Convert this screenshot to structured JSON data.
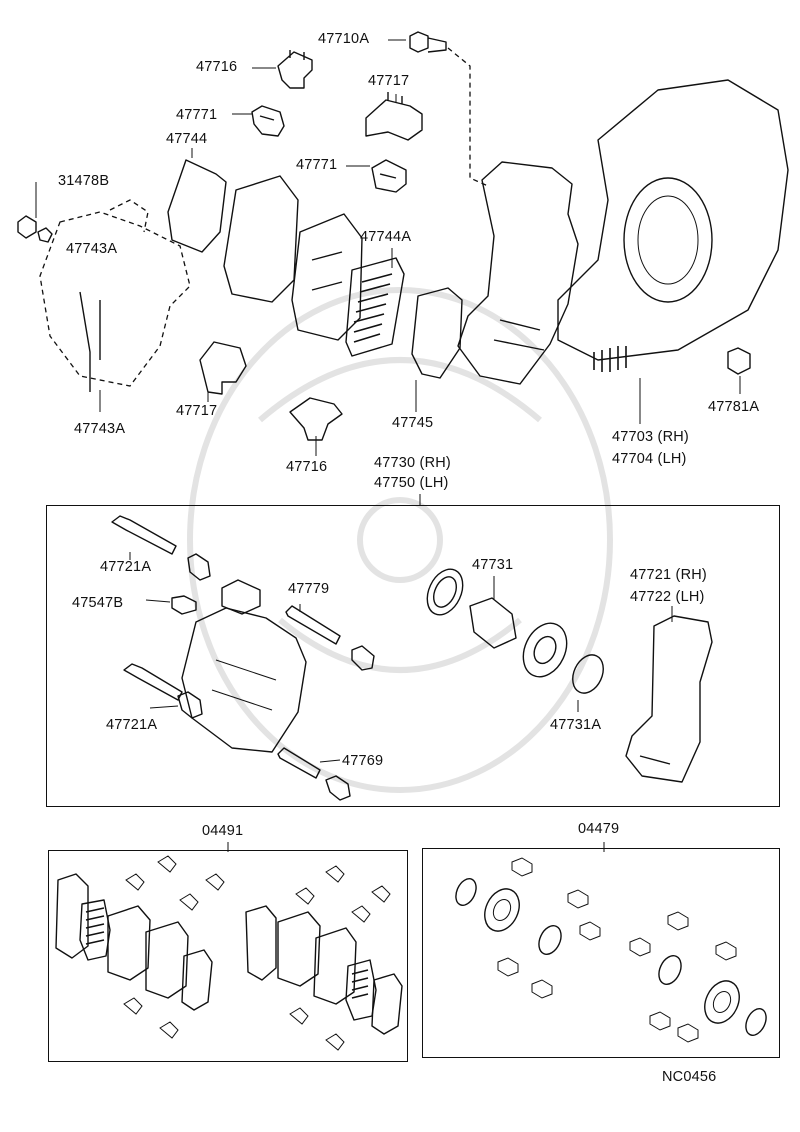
{
  "diagram_code": "NC0456",
  "callouts": {
    "p47710A": "47710A",
    "p47716_top": "47716",
    "p47717_top": "47717",
    "p47771_a": "47771",
    "p47744": "47744",
    "p47771_b": "47771",
    "p31478B": "31478B",
    "p47744A": "47744A",
    "p47743A_top": "47743A",
    "p47743A_bottom": "47743A",
    "p47717_bottom": "47717",
    "p47745": "47745",
    "p47716_bottom": "47716",
    "p47703": "47703 (RH)",
    "p47704": "47704 (LH)",
    "p47781A": "47781A",
    "p47730": "47730 (RH)",
    "p47750": "47750 (LH)",
    "p47721A_top": "47721A",
    "p47547B": "47547B",
    "p47779": "47779",
    "p47731": "47731",
    "p47721": "47721 (RH)",
    "p47722": "47722 (LH)",
    "p47721A_bottom": "47721A",
    "p47769": "47769",
    "p47731A": "47731A",
    "kit_04491": "04491",
    "kit_04479": "04479"
  }
}
